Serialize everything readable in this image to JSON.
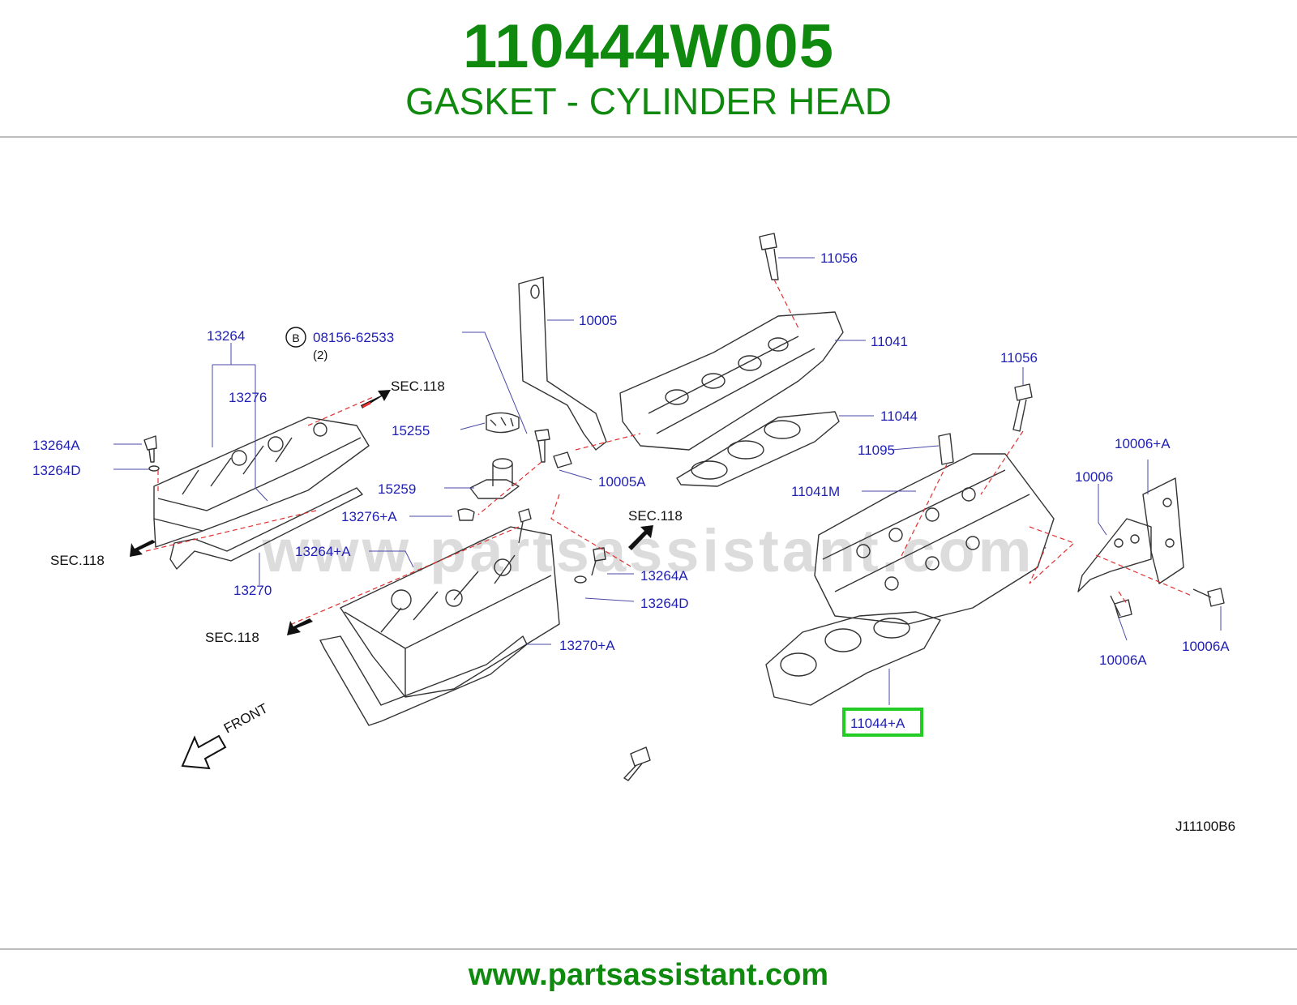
{
  "header": {
    "part_number": "110444W005",
    "part_name": "GASKET - CYLINDER HEAD"
  },
  "footer": {
    "url": "www.partsassistant.com"
  },
  "watermark": "www.partsassistant.com",
  "diagram": {
    "code": "J11100B6",
    "front_label": "FRONT",
    "sec_label": "SEC.118",
    "circle_ref": "B",
    "circle_ref_number": "08156-62533",
    "circle_ref_qty": "(2)",
    "highlighted_part": "11044+A",
    "labels": {
      "p11056_top": "11056",
      "p10005": "10005",
      "p11041": "11041",
      "p11056_mid": "11056",
      "p11044": "11044",
      "p11095": "11095",
      "p11041M": "11041M",
      "p10006A_plus": "10006+A",
      "p10006": "10006",
      "p13264": "13264",
      "p13276": "13276",
      "p13264A_left": "13264A",
      "p13264D_left": "13264D",
      "p15255": "15255",
      "p10005A": "10005A",
      "p15259": "15259",
      "p13276A": "13276+A",
      "p13264A_plus": "13264+A",
      "p13270": "13270",
      "p13264A_mid": "13264A",
      "p13264D_mid": "13264D",
      "p13270A": "13270+A",
      "p10006A_1": "10006A",
      "p10006A_2": "10006A"
    }
  },
  "colors": {
    "brand_green": "#0f8a0f",
    "label_blue": "#1f1fb5",
    "highlight": "#22cc22"
  }
}
